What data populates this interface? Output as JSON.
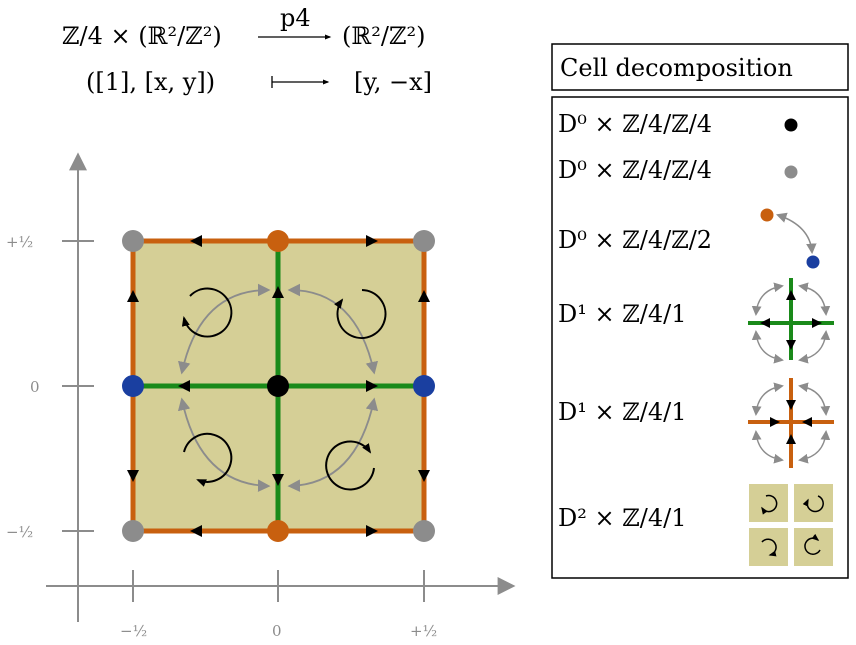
{
  "header": {
    "line1_left": "ℤ/4 × (ℝ²/ℤ²)",
    "arrow_label": "p4",
    "line1_right": "(ℝ²/ℤ²)",
    "line2_left": "([1], [x, y])",
    "line2_right": "[y, −x]"
  },
  "axes": {
    "x_ticks": [
      "−½",
      "0",
      "+½"
    ],
    "y_ticks": [
      "+½",
      "0",
      "−½"
    ]
  },
  "legend": {
    "title": "Cell decomposition",
    "rows": [
      "D⁰ × ℤ/4/ℤ/4",
      "D⁰ × ℤ/4/ℤ/4",
      "D⁰ × ℤ/4/ℤ/2",
      "D¹ × ℤ/4/1",
      "D¹ × ℤ/4/1",
      "D² × ℤ/4/1"
    ]
  },
  "colors": {
    "orange": "#c8600f",
    "green": "#1a8a1a",
    "blue": "#1a3fa0",
    "gray": "#8c8c8c",
    "fill": "#d5cf96",
    "black": "#000000"
  }
}
